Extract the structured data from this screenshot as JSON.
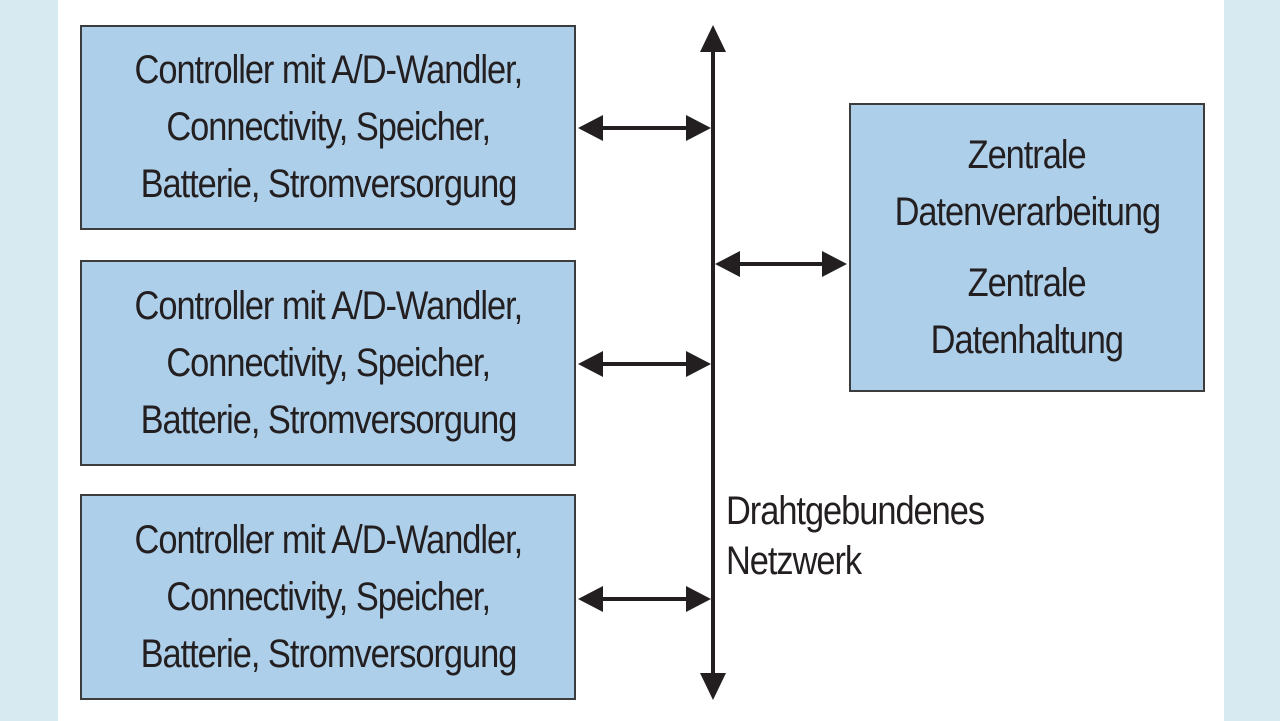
{
  "controllers": [
    {
      "lines": [
        "Controller mit A/D-Wandler,",
        "Connectivity, Speicher,",
        "Batterie, Stromversorgung"
      ]
    },
    {
      "lines": [
        "Controller mit A/D-Wandler,",
        "Connectivity, Speicher,",
        "Batterie, Stromversorgung"
      ]
    },
    {
      "lines": [
        "Controller mit A/D-Wandler,",
        "Connectivity, Speicher,",
        "Batterie, Stromversorgung"
      ]
    }
  ],
  "central": {
    "processing": [
      "Zentrale",
      "Datenverarbeitung"
    ],
    "storage": [
      "Zentrale",
      "Datenhaltung"
    ]
  },
  "network": {
    "label": [
      "Drahtgebundenes",
      "Netzwerk"
    ]
  },
  "colors": {
    "box_fill": "#aecfea",
    "box_border": "#3c3c3c",
    "line": "#231f20",
    "outer_background": "#d7eaf2"
  }
}
